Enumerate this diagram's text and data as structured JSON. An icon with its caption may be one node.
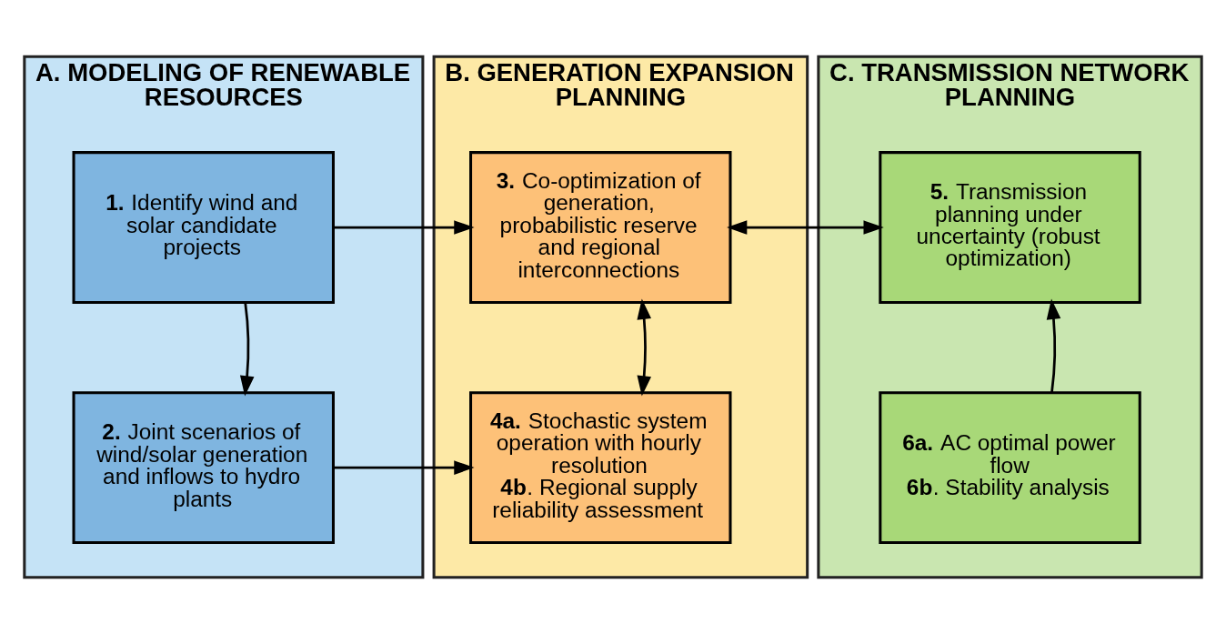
{
  "diagram": {
    "nodes": [
      {
        "text": [
          "A. MODELING OF RENEWABLE RESOURCES"
        ]
      },
      {
        "text": [
          "B. GENERATION EXPANSION PLANNING"
        ]
      },
      {
        "text": [
          "C. TRANSMISSION NETWORK PLANNING"
        ]
      },
      {
        "text": [
          "**1.** Identify wind and solar candidate projects"
        ],
        "in": 0
      },
      {
        "text": [
          "**2.** Joint scenarios of wind/solar generation and inflows to hydro plants"
        ],
        "in": 0
      },
      {
        "text": [
          "**3.** Co-optimization of generation, probabilistic reserve and regional interconnections"
        ],
        "in": 1
      },
      {
        "text": [
          "**4a.** Stochastic system operation with hourly resolution",
          "**4b**. Regional supply reliability assessment"
        ],
        "in": 1
      },
      {
        "text": [
          "**5.** Transmission planning under uncertainty (robust optimization)"
        ],
        "in": 2
      },
      {
        "text": [
          "**6a.** AC optimal power flow",
          "**6b**. Stability analysis"
        ],
        "in": 2
      }
    ],
    "edges": [
      {
        "from": 3,
        "to": 5,
        "arrow": "to"
      },
      {
        "from": 3,
        "to": 4,
        "arrow": "to"
      },
      {
        "from": 4,
        "to": 6,
        "arrow": "to"
      },
      {
        "from": 5,
        "to": 6,
        "arrow": "both"
      },
      {
        "from": 5,
        "to": 7,
        "arrow": "both"
      },
      {
        "from": 8,
        "to": 7,
        "arrow": "to"
      }
    ]
  }
}
